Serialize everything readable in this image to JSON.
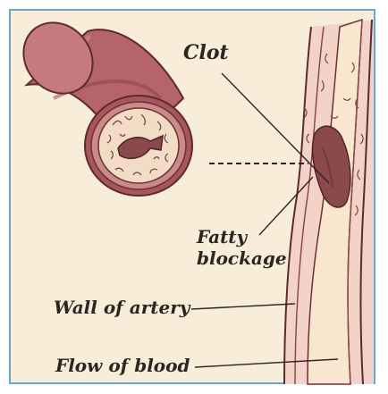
{
  "labels": {
    "clot": "Clot",
    "fatty_line1": "Fatty",
    "fatty_line2": "blockage",
    "wall": "Wall of artery",
    "flow": "Flow of blood"
  },
  "colors": {
    "background": "#f7edd9",
    "frame_border": "#6aa7c9",
    "artery_wall": "#a9525a",
    "artery_dark": "#7a3b40",
    "vessel_lumen": "#f5dfc0",
    "clot": "#8a4a4c",
    "text": "#2b2622"
  },
  "icons": [
    "artery-cross-section-icon",
    "artery-longitudinal-icon"
  ]
}
